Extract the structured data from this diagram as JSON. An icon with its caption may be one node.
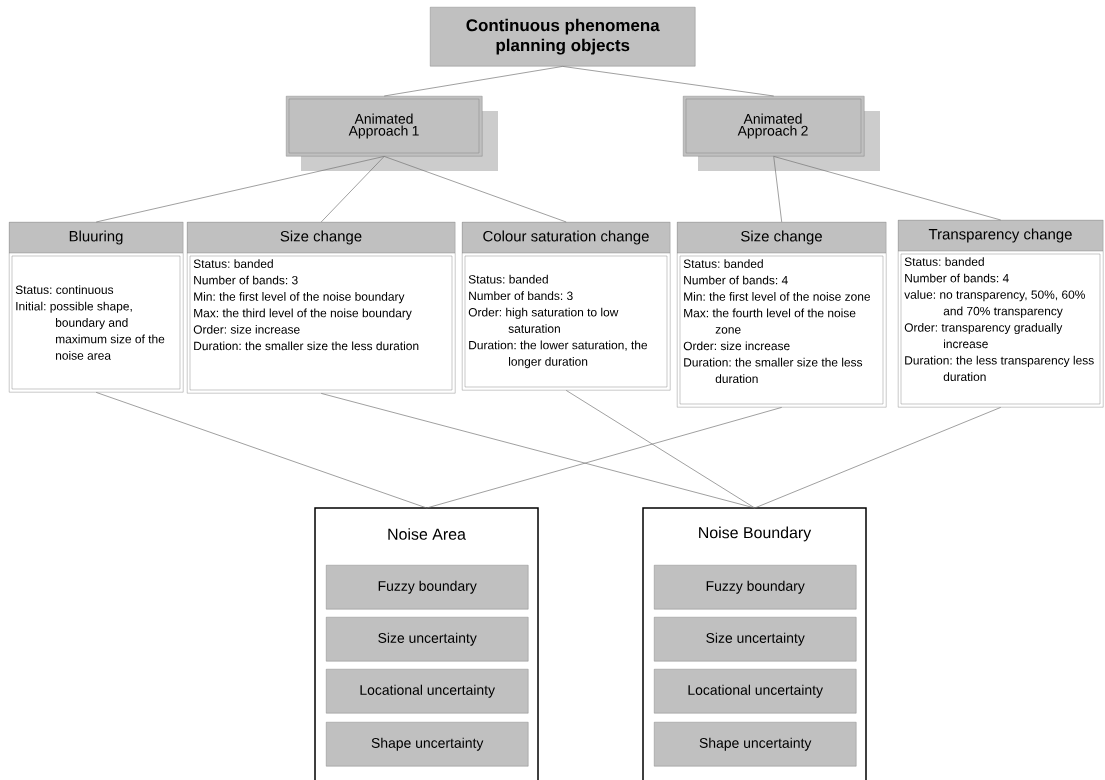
{
  "diagram": {
    "nodes": [
      {
        "text": [
          "Continuous phenomena planning objects"
        ]
      },
      {
        "text": [
          "Animated Approach 1"
        ]
      },
      {
        "text": [
          "Animated Approach 2"
        ]
      },
      {
        "text": [
          "Bluuring",
          "Status: continuous",
          "Initial: possible shape, boundary and maximum size of the noise area"
        ]
      },
      {
        "text": [
          "Size change",
          "Status: banded",
          "Number of bands: 3",
          "Min: the first level of the noise boundary",
          "Max: the third level of the noise boundary",
          "Order: size increase",
          "Duration: the smaller size the less duration"
        ]
      },
      {
        "text": [
          "Colour saturation change",
          "Status: banded",
          "Number of bands: 3",
          "Order: high saturation to low saturation",
          "Duration: the lower saturation, the longer duration"
        ]
      },
      {
        "text": [
          "Size change",
          "Status: banded",
          "Number of bands: 4",
          "Min: the first level of the noise zone",
          "Max: the fourth level of the noise zone",
          "Order: size increase",
          "Duration: the smaller size the less duration"
        ]
      },
      {
        "text": [
          "Transparency change",
          "Status: banded",
          "Number of bands: 4",
          "value: no transparency, 50%, 60% and 70% transparency",
          "Order: transparency gradually increase",
          "Duration: the less transparency less duration"
        ]
      },
      {
        "text": [
          "Noise Area"
        ]
      },
      {
        "text": [
          "Fuzzy boundary"
        ],
        "in": 8
      },
      {
        "text": [
          "Size uncertainty"
        ],
        "in": 8
      },
      {
        "text": [
          "Locational uncertainty"
        ],
        "in": 8
      },
      {
        "text": [
          "Shape uncertainty"
        ],
        "in": 8
      },
      {
        "text": [
          "Noise Boundary"
        ]
      },
      {
        "text": [
          "Fuzzy boundary"
        ],
        "in": 13
      },
      {
        "text": [
          "Size uncertainty"
        ],
        "in": 13
      },
      {
        "text": [
          "Locational uncertainty"
        ],
        "in": 13
      },
      {
        "text": [
          "Shape uncertainty"
        ],
        "in": 13
      }
    ],
    "edges": [
      {
        "from": 0,
        "to": 1,
        "arrow": "none"
      },
      {
        "from": 0,
        "to": 2,
        "arrow": "none"
      },
      {
        "from": 1,
        "to": 3,
        "arrow": "none"
      },
      {
        "from": 1,
        "to": 4,
        "arrow": "none"
      },
      {
        "from": 1,
        "to": 5,
        "arrow": "none"
      },
      {
        "from": 2,
        "to": 6,
        "arrow": "none"
      },
      {
        "from": 2,
        "to": 7,
        "arrow": "none"
      },
      {
        "from": 3,
        "to": 8,
        "arrow": "none"
      },
      {
        "from": 4,
        "to": 13,
        "arrow": "none"
      },
      {
        "from": 5,
        "to": 13,
        "arrow": "none"
      },
      {
        "from": 6,
        "to": 8,
        "arrow": "none"
      },
      {
        "from": 7,
        "to": 13,
        "arrow": "none"
      }
    ]
  }
}
